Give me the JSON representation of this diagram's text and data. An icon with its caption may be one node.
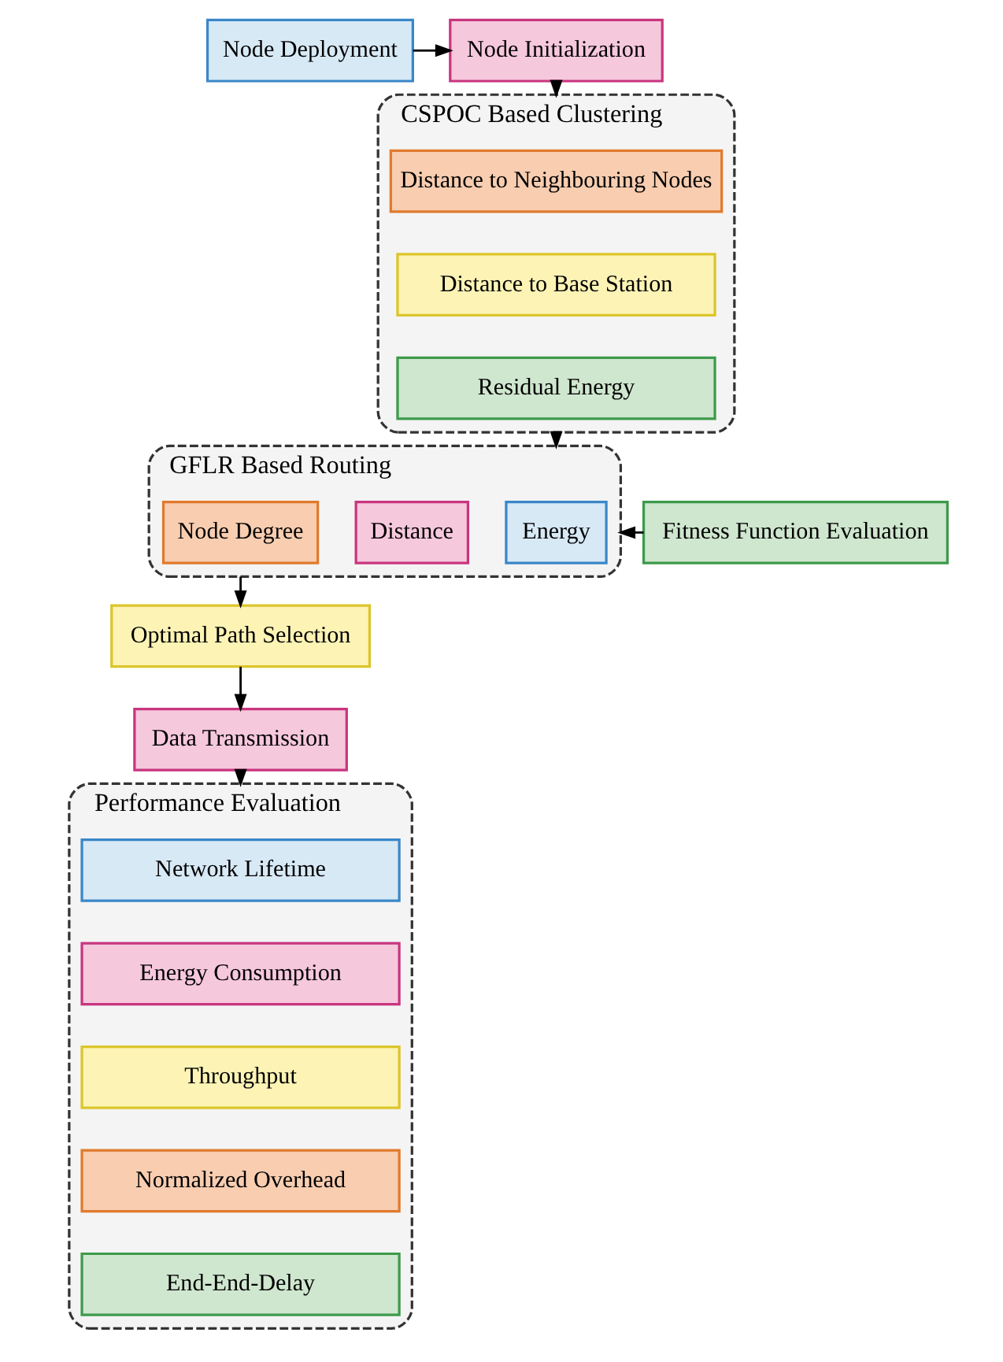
{
  "diagram": {
    "nodes": [
      {
        "text": [
          "Node Deployment"
        ]
      },
      {
        "text": [
          "Node Initialization"
        ]
      },
      {
        "text": [
          "CSPOC Based Clustering"
        ]
      },
      {
        "text": [
          "Distance to Neighbouring Nodes"
        ],
        "in": 2
      },
      {
        "text": [
          "Distance to Base Station"
        ],
        "in": 2
      },
      {
        "text": [
          "Residual Energy"
        ],
        "in": 2
      },
      {
        "text": [
          "GFLR Based Routing"
        ]
      },
      {
        "text": [
          "Energy"
        ],
        "in": 6
      },
      {
        "text": [
          "Distance"
        ],
        "in": 6
      },
      {
        "text": [
          "Node Degree"
        ],
        "in": 6
      },
      {
        "text": [
          "Fitness Function Evaluation"
        ]
      },
      {
        "text": [
          "Optimal Path Selection"
        ]
      },
      {
        "text": [
          "Data Transmission"
        ]
      },
      {
        "text": [
          "Performance Evaluation"
        ]
      },
      {
        "text": [
          "Network Lifetime"
        ],
        "in": 13
      },
      {
        "text": [
          "Energy Consumption"
        ],
        "in": 13
      },
      {
        "text": [
          "Throughput"
        ],
        "in": 13
      },
      {
        "text": [
          "Normalized Overhead"
        ],
        "in": 13
      },
      {
        "text": [
          "End-End-Delay"
        ],
        "in": 13
      }
    ],
    "edges": [
      {
        "from": 0,
        "to": 1,
        "arrow": "to"
      },
      {
        "from": 1,
        "to": 2,
        "arrow": "to"
      },
      {
        "from": 2,
        "to": 6,
        "arrow": "to"
      },
      {
        "from": 10,
        "to": 6,
        "arrow": "to"
      },
      {
        "from": 6,
        "to": 11,
        "arrow": "to"
      },
      {
        "from": 11,
        "to": 12,
        "arrow": "to"
      },
      {
        "from": 12,
        "to": 13,
        "arrow": "to"
      }
    ]
  }
}
